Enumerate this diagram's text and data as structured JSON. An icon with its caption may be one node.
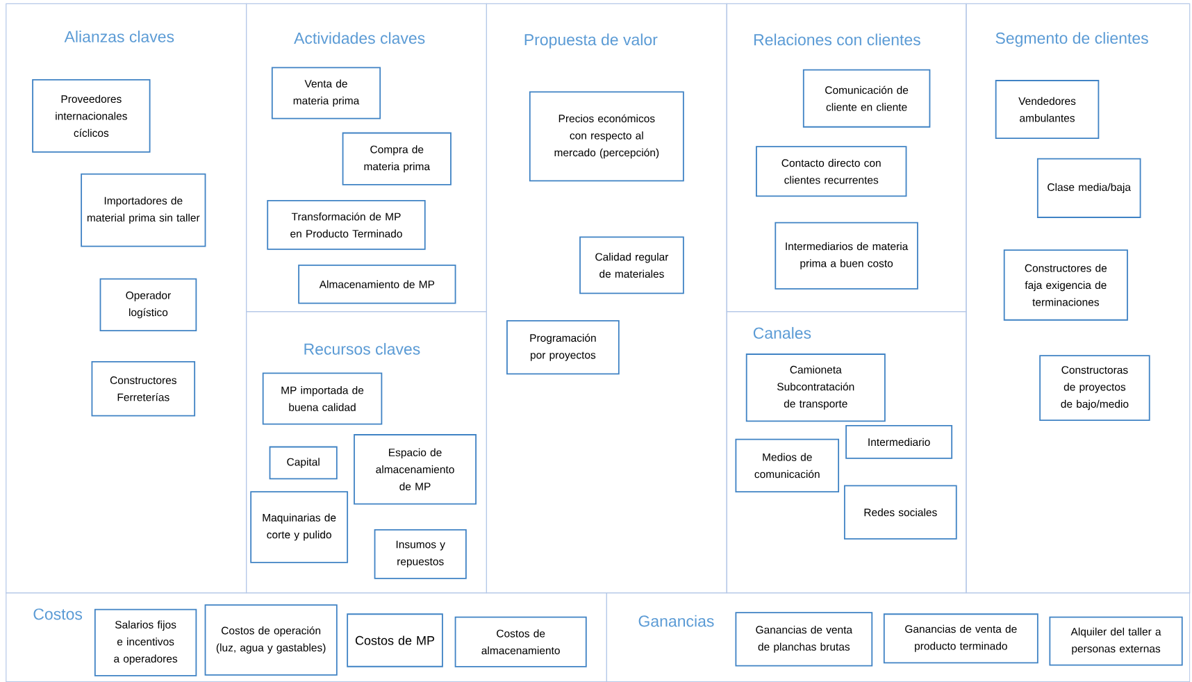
{
  "diagram": {
    "nodes": [
      {
        "text": [
          "Alianzas claves"
        ]
      },
      {
        "text": [
          "Proveedores internacionales cíclicos"
        ],
        "in": 0
      },
      {
        "text": [
          "Importadores de material prima sin taller"
        ],
        "in": 0
      },
      {
        "text": [
          "Operador logístico"
        ],
        "in": 0
      },
      {
        "text": [
          "Constructores Ferreterías"
        ],
        "in": 0
      },
      {
        "text": [
          "Actividades claves"
        ]
      },
      {
        "text": [
          "Venta de materia prima"
        ],
        "in": 5
      },
      {
        "text": [
          "Compra de materia prima"
        ],
        "in": 5
      },
      {
        "text": [
          "Transformación de MP en Producto Terminado"
        ],
        "in": 5
      },
      {
        "text": [
          "Almacenamiento de MP"
        ],
        "in": 5
      },
      {
        "text": [
          "Recursos claves"
        ]
      },
      {
        "text": [
          "MP importada de buena calidad"
        ],
        "in": 10
      },
      {
        "text": [
          "Capital"
        ],
        "in": 10
      },
      {
        "text": [
          "Espacio de almacenamiento de MP"
        ],
        "in": 10
      },
      {
        "text": [
          "Maquinarias de corte y pulido"
        ],
        "in": 10
      },
      {
        "text": [
          "Insumos y repuestos"
        ],
        "in": 10
      },
      {
        "text": [
          "Propuesta de valor"
        ]
      },
      {
        "text": [
          "Precios económicos con respecto al mercado (percepción)"
        ],
        "in": 16
      },
      {
        "text": [
          "Calidad regular de materiales"
        ],
        "in": 16
      },
      {
        "text": [
          "Programación por proyectos"
        ],
        "in": 16
      },
      {
        "text": [
          "Relaciones con clientes"
        ]
      },
      {
        "text": [
          "Comunicación de cliente en cliente"
        ],
        "in": 20
      },
      {
        "text": [
          "Contacto directo con clientes recurrentes"
        ],
        "in": 20
      },
      {
        "text": [
          "Intermediarios de materia prima a buen costo"
        ],
        "in": 20
      },
      {
        "text": [
          "Canales"
        ]
      },
      {
        "text": [
          "Camioneta Subcontratación de transporte"
        ],
        "in": 24
      },
      {
        "text": [
          "Intermediario"
        ],
        "in": 24
      },
      {
        "text": [
          "Medios de comunicación"
        ],
        "in": 24
      },
      {
        "text": [
          "Redes sociales"
        ],
        "in": 24
      },
      {
        "text": [
          "Segmento de clientes"
        ]
      },
      {
        "text": [
          "Vendedores ambulantes"
        ],
        "in": 29
      },
      {
        "text": [
          "Clase media/baja"
        ],
        "in": 29
      },
      {
        "text": [
          "Constructores de faja exigencia de terminaciones"
        ],
        "in": 29
      },
      {
        "text": [
          "Constructoras de proyectos de bajo/medio"
        ],
        "in": 29
      },
      {
        "text": [
          "Costos"
        ]
      },
      {
        "text": [
          "Salarios fijos e incentivos a operadores"
        ],
        "in": 34
      },
      {
        "text": [
          "Costos de operación (luz, agua y gastables)"
        ],
        "in": 34
      },
      {
        "text": [
          "Costos de MP"
        ],
        "in": 34
      },
      {
        "text": [
          "Costos de almacenamiento"
        ],
        "in": 34
      },
      {
        "text": [
          "Ganancias"
        ]
      },
      {
        "text": [
          "Ganancias de venta de planchas brutas"
        ],
        "in": 39
      },
      {
        "text": [
          "Ganancias de venta de producto terminado"
        ],
        "in": 39
      },
      {
        "text": [
          "Alquiler del taller a personas externas"
        ],
        "in": 39
      }
    ]
  }
}
